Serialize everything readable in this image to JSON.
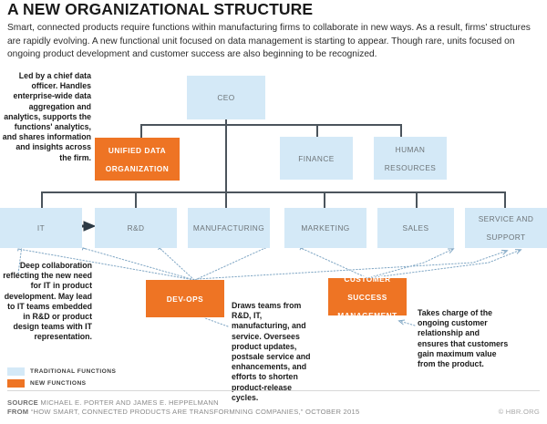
{
  "header": {
    "title": "A NEW ORGANIZATIONAL STRUCTURE",
    "intro": "Smart, connected products require functions within manufacturing firms to collaborate in new ways. As a result, firms' structures are rapidly evolving. A new functional unit focused on data management is starting to appear. Though rare, units focused on ongoing product development and customer success are also beginning to be recognized."
  },
  "chart_data": {
    "type": "diagram",
    "title": "A NEW ORGANIZATIONAL STRUCTURE",
    "diagram_kind": "organizational-chart",
    "levels": [
      {
        "level": 0,
        "nodes": [
          {
            "label": "CEO",
            "kind": "traditional"
          }
        ]
      },
      {
        "level": 1,
        "nodes": [
          {
            "label": "UNIFIED DATA ORGANIZATION",
            "kind": "new"
          },
          {
            "label": "FINANCE",
            "kind": "traditional"
          },
          {
            "label": "HUMAN RESOURCES",
            "kind": "traditional"
          }
        ]
      },
      {
        "level": 2,
        "nodes": [
          {
            "label": "IT",
            "kind": "traditional"
          },
          {
            "label": "R&D",
            "kind": "traditional"
          },
          {
            "label": "MANUFACTURING",
            "kind": "traditional"
          },
          {
            "label": "MARKETING",
            "kind": "traditional"
          },
          {
            "label": "SALES",
            "kind": "traditional"
          },
          {
            "label": "SERVICE AND SUPPORT",
            "kind": "traditional"
          }
        ]
      },
      {
        "level": 3,
        "nodes": [
          {
            "label": "DEV-OPS",
            "kind": "new"
          },
          {
            "label": "CUSTOMER SUCCESS MANAGEMENT",
            "kind": "new"
          }
        ]
      }
    ],
    "dotted_links": [
      {
        "from": "IT",
        "to": "DEV-OPS"
      },
      {
        "from": "R&D",
        "to": "DEV-OPS"
      },
      {
        "from": "MANUFACTURING",
        "to": "DEV-OPS"
      },
      {
        "from": "SERVICE AND SUPPORT",
        "to": "DEV-OPS"
      },
      {
        "from": "MARKETING",
        "to": "CUSTOMER SUCCESS MANAGEMENT"
      },
      {
        "from": "SALES",
        "to": "CUSTOMER SUCCESS MANAGEMENT"
      },
      {
        "from": "SERVICE AND SUPPORT",
        "to": "CUSTOMER SUCCESS MANAGEMENT"
      }
    ],
    "bidirectional_links": [
      {
        "between": [
          "IT",
          "R&D"
        ]
      }
    ],
    "colors": {
      "traditional": "#d4e9f7",
      "new": "#ee7424",
      "connector": "#4b545c",
      "dotted": "#7fa6c4"
    }
  },
  "boxes": {
    "ceo": "CEO",
    "unified_data_line1": "UNIFIED DATA",
    "unified_data_line2": "ORGANIZATION",
    "finance": "FINANCE",
    "human_resources_line1": "HUMAN",
    "human_resources_line2": "RESOURCES",
    "it": "IT",
    "rnd": "R&D",
    "manufacturing": "MANUFACTURING",
    "marketing": "MARKETING",
    "sales": "SALES",
    "service_line1": "SERVICE AND",
    "service_line2": "SUPPORT",
    "devops": "DEV-OPS",
    "csm_line1": "CUSTOMER",
    "csm_line2": "SUCCESS",
    "csm_line3": "MANAGEMENT"
  },
  "notes": {
    "unified_data": "Led by a chief data officer. Handles enterprise-wide data aggregation and analytics, supports the functions' analytics, and shares information and insights across the firm.",
    "it_rnd": "Deep collaboration reflecting the new need for IT in product development. May lead to IT teams embedded in R&D or product design teams with IT representation.",
    "devops": "Draws teams from R&D, IT, manufacturing, and service. Oversees product updates, postsale service and enhancements, and efforts to shorten product-release cycles.",
    "csm": "Takes charge of the ongoing customer relationship and ensures that customers gain maximum value from the product."
  },
  "legend": {
    "traditional": "TRADITIONAL FUNCTIONS",
    "new": "NEW FUNCTIONS"
  },
  "footer": {
    "source_label": "SOURCE",
    "source_value": "MICHAEL E. PORTER AND JAMES E. HEPPELMANN",
    "from_label": "FROM",
    "from_value": "“HOW SMART, CONNECTED PRODUCTS ARE TRANSFORMNING COMPANIES,” OCTOBER 2015",
    "credit": "© HBR.ORG"
  }
}
